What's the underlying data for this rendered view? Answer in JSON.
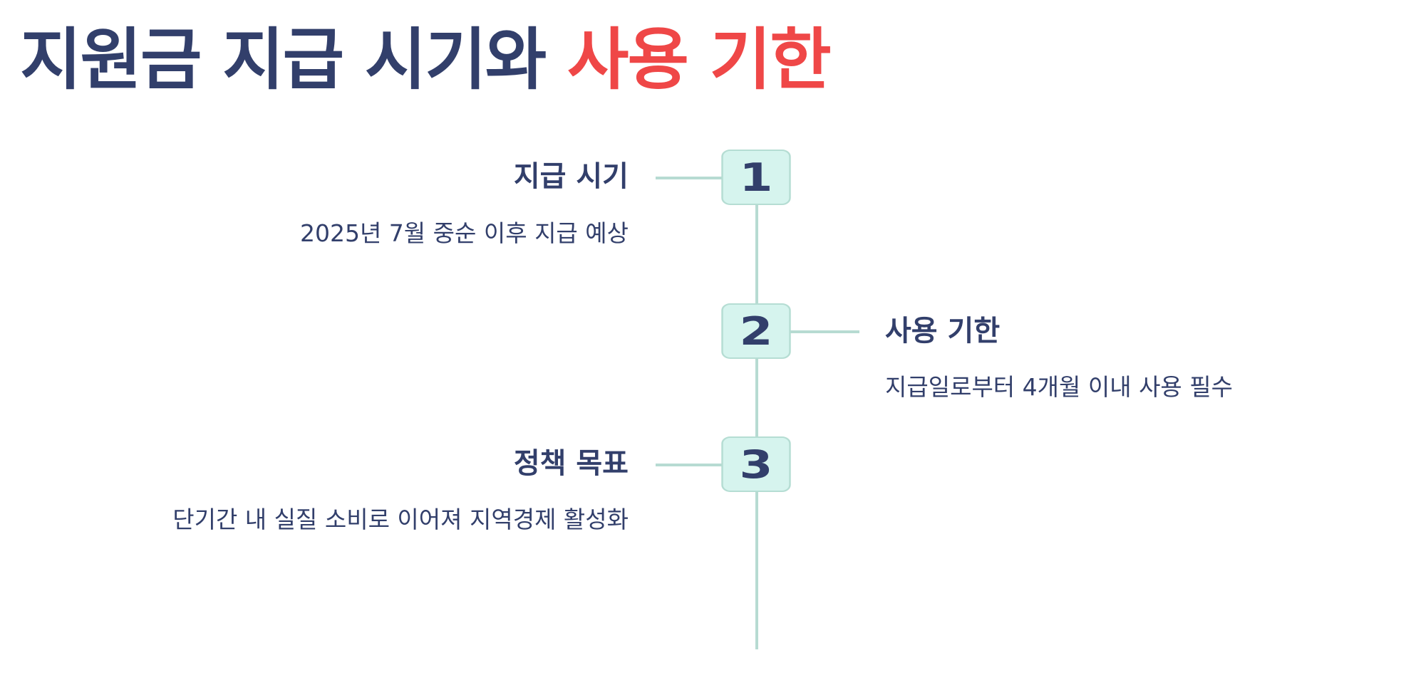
{
  "title": {
    "main": "지원금 지급 시기와 ",
    "accent": "사용 기한"
  },
  "colors": {
    "primary": "#323f6b",
    "accent": "#ef4747",
    "line": "#b7dbd2",
    "badge_bg": "#d6f4ee"
  },
  "steps": [
    {
      "number": "1",
      "heading": "지급 시기",
      "description": "2025년 7월 중순 이후 지급 예상",
      "side": "left"
    },
    {
      "number": "2",
      "heading": "사용 기한",
      "description": "지급일로부터 4개월 이내 사용 필수",
      "side": "right"
    },
    {
      "number": "3",
      "heading": "정책 목표",
      "description": "단기간 내 실질 소비로 이어져 지역경제 활성화",
      "side": "left"
    }
  ]
}
